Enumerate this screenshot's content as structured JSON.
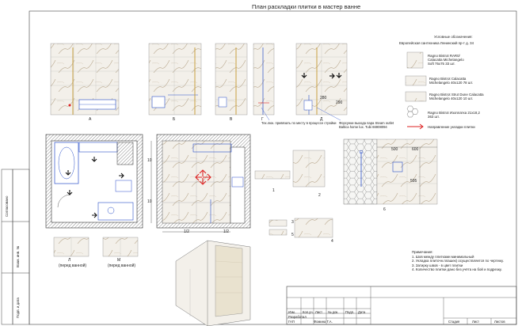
{
  "title": "План раскладки плитки в мастер ванне",
  "legend": {
    "heading": "Условные обозначения:",
    "address": "Европейская сантехника Ленинский пр-т д. 34",
    "items": [
      {
        "line1": "Ragno Bistrot RAR0/",
        "line2": "Calacatta Michelangelo",
        "line3": "Soft 75x75",
        "qty": "33 шт."
      },
      {
        "line1": "Ragno Bistrot Calacatta",
        "line2": "Michelangelo 40x120",
        "line3": "",
        "qty": "78 шт."
      },
      {
        "line1": "Ragno Bistrot Strut Dune Calacatta",
        "line2": "Michelangelo 40x120",
        "line3": "",
        "qty": "10 шт."
      },
      {
        "line1": "Ragno Bistrot Изоплатка 21х18,2",
        "line2": "",
        "line3": "",
        "qty": "363 шт."
      },
      {
        "line1": "Направление укладки плитки",
        "line2": "",
        "line3": "",
        "qty": ""
      }
    ]
  },
  "elevation_labels": [
    "А",
    "Б",
    "В",
    "Г",
    "Д"
  ],
  "dims": {
    "d1": "280",
    "d2": "290",
    "plan_h": "10",
    "plan_h2": "10",
    "plan_w1": "1/2",
    "plan_w2": "1/2",
    "e1": "500",
    "e2": "600",
    "e3": "595"
  },
  "callouts": {
    "left": "Тех.люк. привязать по месту в процессе стройки",
    "right_line1": "Форсунки выхода пара Steam outlet",
    "right_line2": "Baltica home lux. Tubi 66908094"
  },
  "small_labels": {
    "n1": "1",
    "n2": "2",
    "n3": "3",
    "n4": "4",
    "n5": "5",
    "n6": "6"
  },
  "floor_sections": [
    {
      "letter": "Л",
      "caption": "(перед ванной)"
    },
    {
      "letter": "М",
      "caption": "(перед ванной)"
    }
  ],
  "notes": {
    "heading": "Примечания:",
    "lines": [
      "1. Шов между плитками минимальный",
      "2. Укладка плиточн.плашек) осуществляется по чертежу.",
      "3. Затирку швов - в цвет плитки",
      "4. Количество плитки дано без учёта на бой и подрезку."
    ]
  },
  "side_stamps": [
    "Согласовано",
    "Взам. инв. №",
    "Подп. и дата"
  ],
  "title_block": {
    "cols": [
      "Изм.",
      "Кол.уч.",
      "Лист",
      "№ док.",
      "Подп.",
      "Дата"
    ],
    "row1": "Разработал",
    "row2": "ГАП",
    "name": "Фомина Т.А.",
    "right_cols": [
      "Стадия",
      "Лист",
      "Листов"
    ]
  }
}
